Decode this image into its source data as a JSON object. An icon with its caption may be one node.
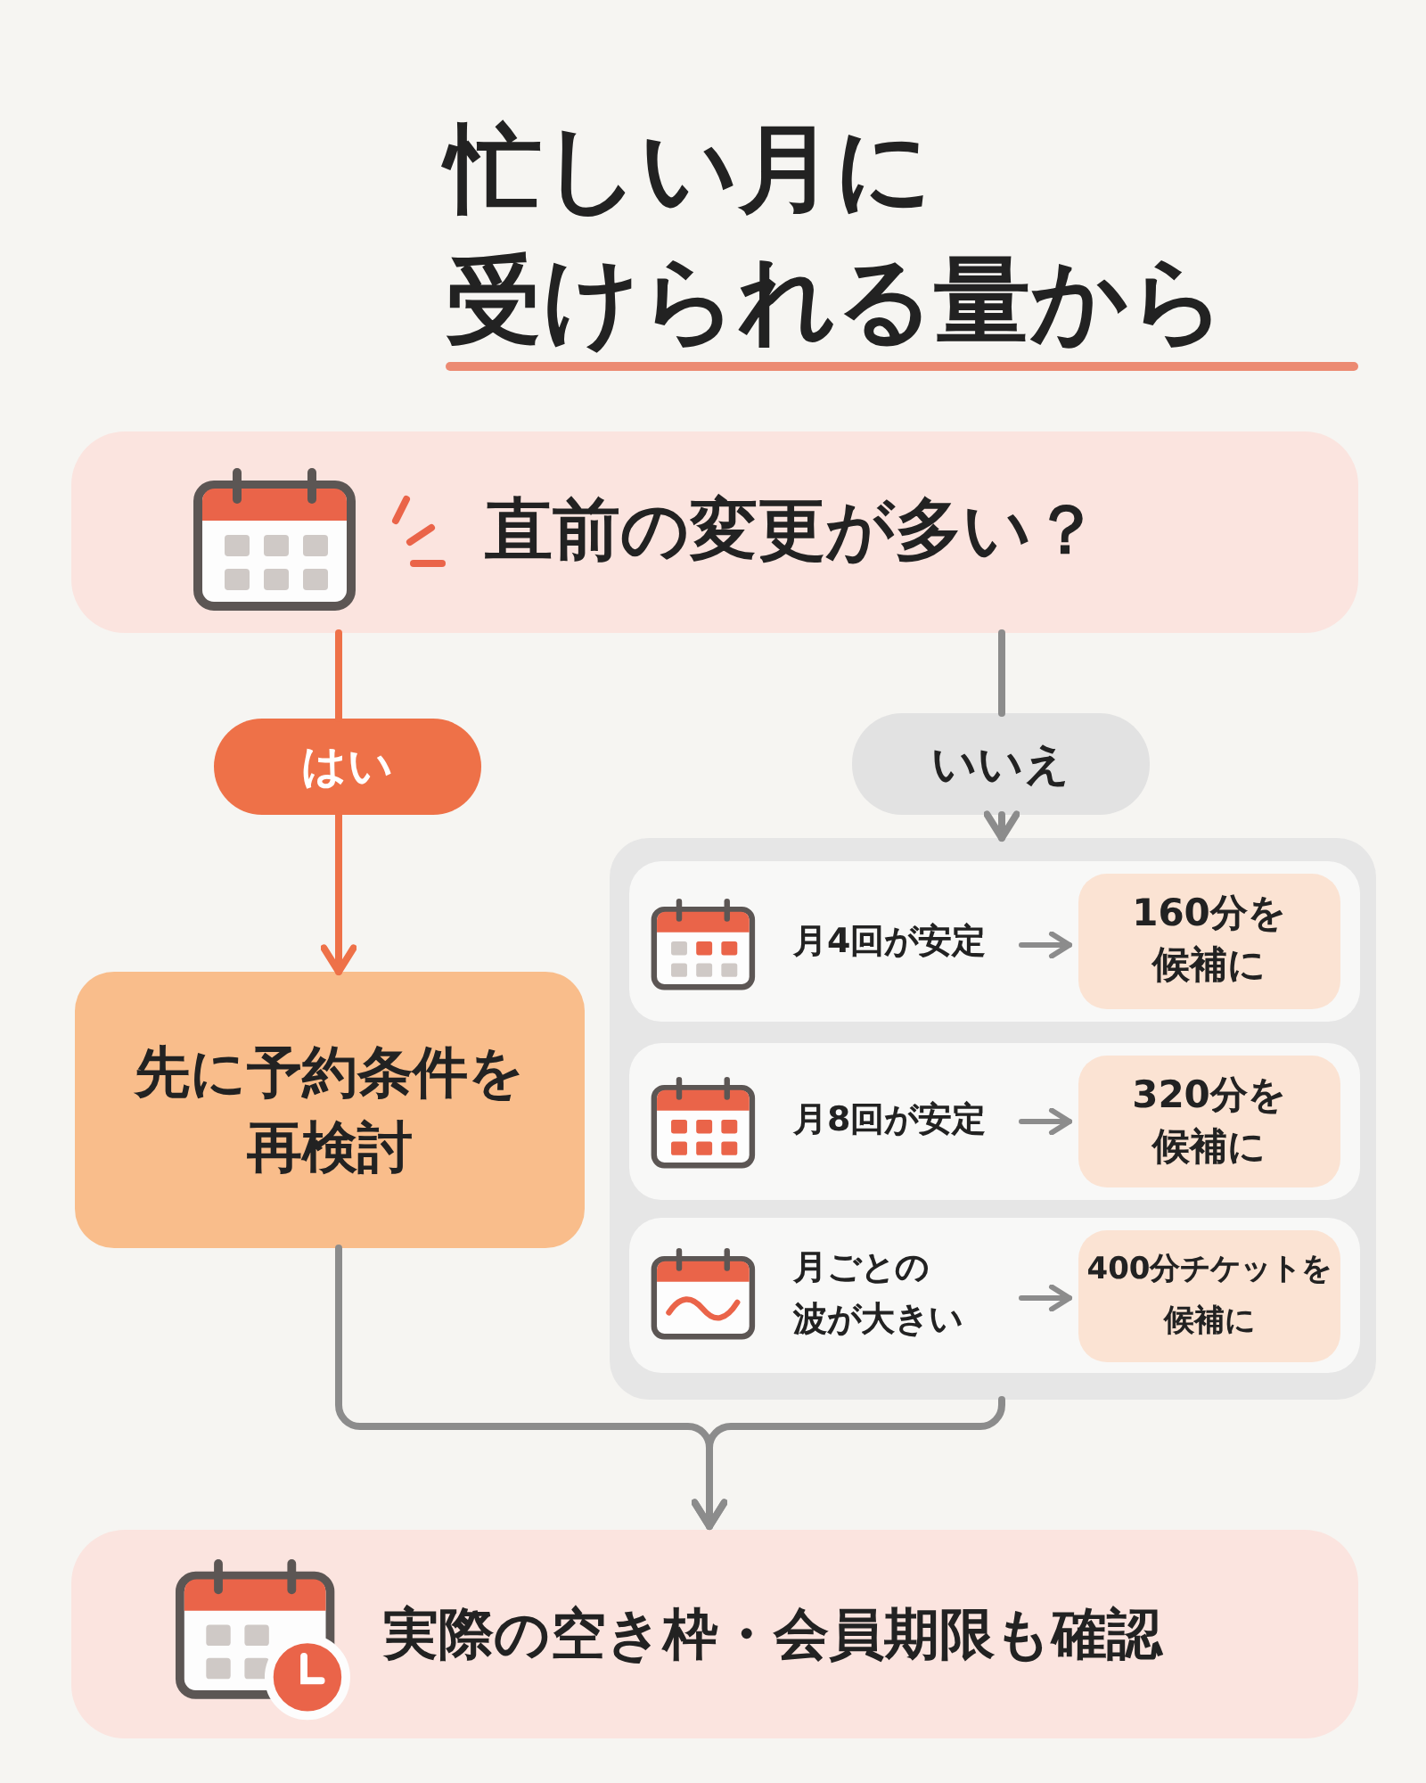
{
  "diagram": {
    "title": "忙しい月に受けられる量から",
    "nodes": [
      {
        "text": [
          "直前の変更が多い？"
        ]
      },
      {
        "text": [
          "はい"
        ]
      },
      {
        "text": [
          "いいえ"
        ]
      },
      {
        "text": [
          "先に予約条件を再検討"
        ]
      },
      {
        "text": [],
        "shape": "box"
      },
      {
        "text": [],
        "shape": "box",
        "in": 4
      },
      {
        "text": [
          "月4回が安定"
        ],
        "in": 5
      },
      {
        "text": [
          "160分を候補に"
        ],
        "in": 5
      },
      {
        "text": [],
        "shape": "box",
        "in": 4
      },
      {
        "text": [
          "月8回が安定"
        ],
        "in": 8
      },
      {
        "text": [
          "320分を候補に"
        ],
        "in": 8
      },
      {
        "text": [],
        "shape": "box",
        "in": 4
      },
      {
        "text": [
          "月ごとの波が大きい"
        ],
        "in": 11
      },
      {
        "text": [
          "400分チケットを候補に"
        ],
        "in": 11
      },
      {
        "text": [
          "実際の空き枠・会員期限も確認"
        ]
      }
    ],
    "edges": [
      {
        "from": 0,
        "to": 1,
        "arrow": "none",
        "color": "#ee7148"
      },
      {
        "from": 1,
        "to": 3,
        "arrow": "to",
        "color": "#ee7148"
      },
      {
        "from": 0,
        "to": 2,
        "arrow": "none"
      },
      {
        "from": 2,
        "to": 4,
        "arrow": "to"
      },
      {
        "from": 6,
        "to": 7,
        "arrow": "to"
      },
      {
        "from": 9,
        "to": 10,
        "arrow": "to"
      },
      {
        "from": 12,
        "to": 13,
        "arrow": "to"
      },
      {
        "from": 3,
        "to": 14,
        "arrow": "to"
      },
      {
        "from": 4,
        "to": 14,
        "arrow": "to"
      }
    ]
  }
}
